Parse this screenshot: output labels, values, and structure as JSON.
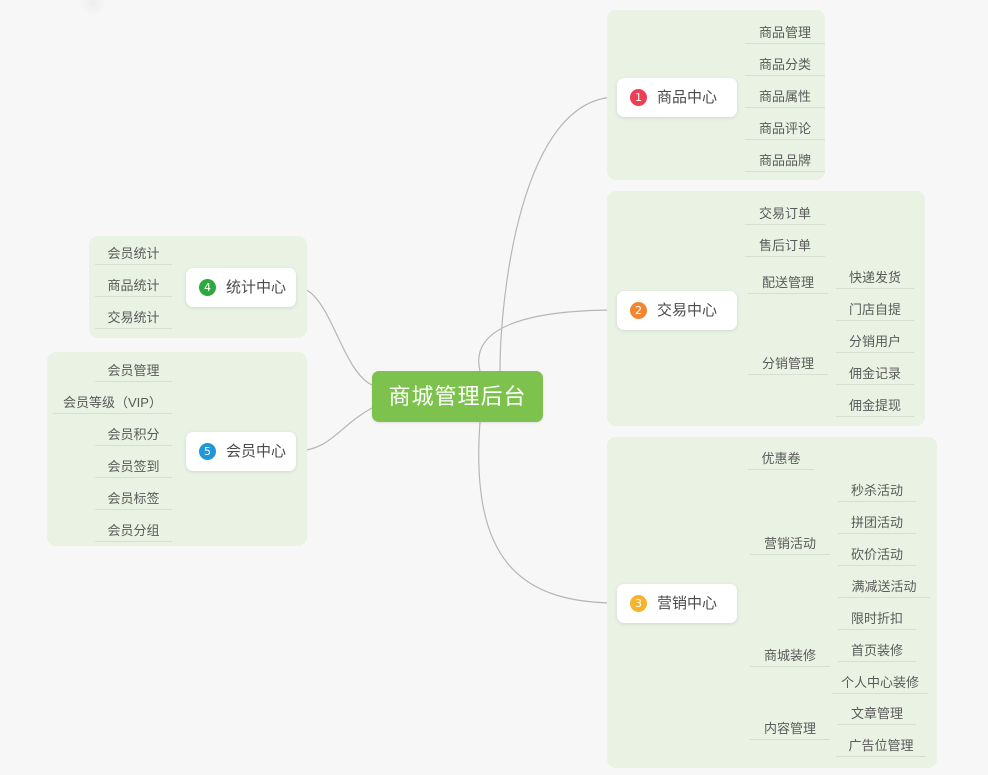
{
  "root": {
    "label": "商城管理后台",
    "color": "#7cc24c",
    "text_color": "#ffffff"
  },
  "palette": {
    "canvas_bg": "#f7f7f7",
    "group_bg": "#e9f2e3",
    "node_bg": "#ffffff",
    "connector": "#b6b6b6",
    "leaf_text": "#5a5a5a",
    "branch_text": "#4b4b4b",
    "leaf_rule": "#d6dfd0"
  },
  "branches": [
    {
      "index": "1",
      "label": "商品中心",
      "badge_color": "#ee4055",
      "side": "right",
      "children": [
        {
          "label": "商品管理",
          "children": []
        },
        {
          "label": "商品分类",
          "children": []
        },
        {
          "label": "商品属性",
          "children": []
        },
        {
          "label": "商品评论",
          "children": []
        },
        {
          "label": "商品品牌",
          "children": []
        }
      ]
    },
    {
      "index": "2",
      "label": "交易中心",
      "badge_color": "#f28530",
      "side": "right",
      "children": [
        {
          "label": "交易订单",
          "children": []
        },
        {
          "label": "售后订单",
          "children": []
        },
        {
          "label": "配送管理",
          "children": [
            {
              "label": "快递发货"
            },
            {
              "label": "门店自提"
            }
          ]
        },
        {
          "label": "分销管理",
          "children": [
            {
              "label": "分销用户"
            },
            {
              "label": "佣金记录"
            },
            {
              "label": "佣金提现"
            }
          ]
        }
      ]
    },
    {
      "index": "3",
      "label": "营销中心",
      "badge_color": "#f5b32e",
      "side": "right",
      "children": [
        {
          "label": "优惠卷",
          "children": []
        },
        {
          "label": "营销活动",
          "children": [
            {
              "label": "秒杀活动"
            },
            {
              "label": "拼团活动"
            },
            {
              "label": "砍价活动"
            },
            {
              "label": "满减送活动"
            },
            {
              "label": "限时折扣"
            }
          ]
        },
        {
          "label": "商城装修",
          "children": [
            {
              "label": "首页装修"
            },
            {
              "label": "个人中心装修"
            }
          ]
        },
        {
          "label": "内容管理",
          "children": [
            {
              "label": "文章管理"
            },
            {
              "label": "广告位管理"
            }
          ]
        }
      ]
    },
    {
      "index": "4",
      "label": "统计中心",
      "badge_color": "#2bab3d",
      "side": "left",
      "children": [
        {
          "label": "会员统计",
          "children": []
        },
        {
          "label": "商品统计",
          "children": []
        },
        {
          "label": "交易统计",
          "children": []
        }
      ]
    },
    {
      "index": "5",
      "label": "会员中心",
      "badge_color": "#2196d8",
      "side": "left",
      "children": [
        {
          "label": "会员管理",
          "children": []
        },
        {
          "label": "会员等级（VIP）",
          "children": []
        },
        {
          "label": "会员积分",
          "children": []
        },
        {
          "label": "会员签到",
          "children": []
        },
        {
          "label": "会员标签",
          "children": []
        },
        {
          "label": "会员分组",
          "children": []
        }
      ]
    }
  ]
}
